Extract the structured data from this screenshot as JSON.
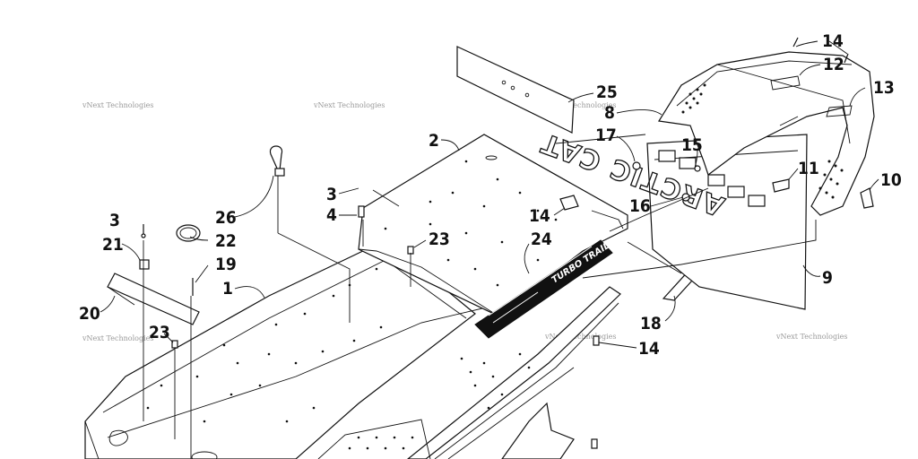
{
  "watermark": "vNext Technologies",
  "plate_text": "ARCTIC CAT",
  "decal_text": "TURBO TRAIL",
  "callouts": [
    {
      "id": "c1",
      "num": "1"
    },
    {
      "id": "c2",
      "num": "2"
    },
    {
      "id": "c3a",
      "num": "3"
    },
    {
      "id": "c3b",
      "num": "3"
    },
    {
      "id": "c4",
      "num": "4"
    },
    {
      "id": "c8",
      "num": "8"
    },
    {
      "id": "c9",
      "num": "9"
    },
    {
      "id": "c10",
      "num": "10"
    },
    {
      "id": "c11",
      "num": "11"
    },
    {
      "id": "c12",
      "num": "12"
    },
    {
      "id": "c13",
      "num": "13"
    },
    {
      "id": "c14a",
      "num": "14"
    },
    {
      "id": "c14b",
      "num": "14"
    },
    {
      "id": "c14c",
      "num": "14"
    },
    {
      "id": "c15",
      "num": "15"
    },
    {
      "id": "c16",
      "num": "16"
    },
    {
      "id": "c17",
      "num": "17"
    },
    {
      "id": "c18",
      "num": "18"
    },
    {
      "id": "c19",
      "num": "19"
    },
    {
      "id": "c20",
      "num": "20"
    },
    {
      "id": "c21",
      "num": "21"
    },
    {
      "id": "c22",
      "num": "22"
    },
    {
      "id": "c23a",
      "num": "23"
    },
    {
      "id": "c23b",
      "num": "23"
    },
    {
      "id": "c24",
      "num": "24"
    },
    {
      "id": "c25",
      "num": "25"
    },
    {
      "id": "c26",
      "num": "26"
    }
  ]
}
